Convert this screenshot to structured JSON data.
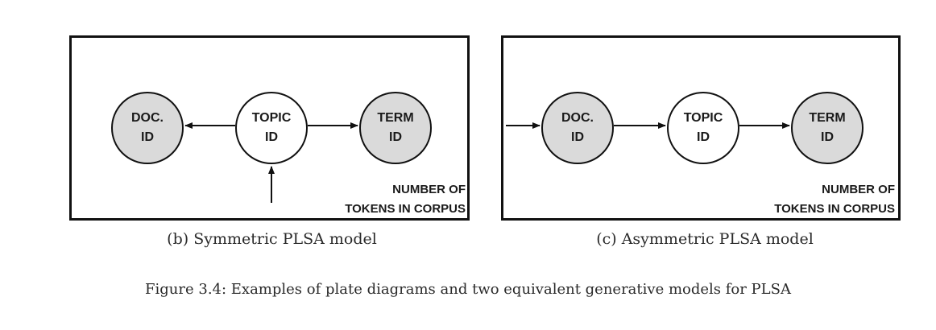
{
  "diagrams": [
    {
      "id": "b",
      "caption": "(b) Symmetric PLSA model",
      "plate_label": [
        "NUMBER OF",
        "TOKENS IN CORPUS"
      ],
      "nodes": [
        {
          "id": "doc",
          "lines": [
            "DOC.",
            "ID"
          ],
          "observed": true
        },
        {
          "id": "topic",
          "lines": [
            "TOPIC",
            "ID"
          ],
          "observed": false
        },
        {
          "id": "term",
          "lines": [
            "TERM",
            "ID"
          ],
          "observed": true
        }
      ],
      "edges": [
        {
          "from": "topic",
          "to": "doc"
        },
        {
          "from": "topic",
          "to": "term"
        },
        {
          "from": "outside-bottom",
          "to": "topic"
        }
      ]
    },
    {
      "id": "c",
      "caption": "(c) Asymmetric PLSA model",
      "plate_label": [
        "NUMBER OF",
        "TOKENS IN CORPUS"
      ],
      "nodes": [
        {
          "id": "doc",
          "lines": [
            "DOC.",
            "ID"
          ],
          "observed": true
        },
        {
          "id": "topic",
          "lines": [
            "TOPIC",
            "ID"
          ],
          "observed": false
        },
        {
          "id": "term",
          "lines": [
            "TERM",
            "ID"
          ],
          "observed": true
        }
      ],
      "edges": [
        {
          "from": "outside-left",
          "to": "doc"
        },
        {
          "from": "doc",
          "to": "topic"
        },
        {
          "from": "topic",
          "to": "term"
        }
      ]
    }
  ],
  "figure_caption": "Figure 3.4: Examples of plate diagrams and two equivalent generative models for PLSA",
  "colors": {
    "observed_fill": "#dadada",
    "latent_fill": "#ffffff",
    "stroke": "#111111"
  }
}
